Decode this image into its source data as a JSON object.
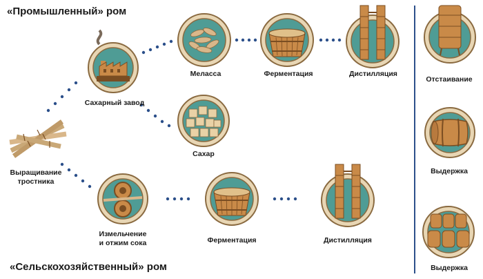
{
  "titles": {
    "industrial": "«Промышленный» ром",
    "agricultural": "«Сельскохозяйственный» ром"
  },
  "labels": {
    "cane": "Выращивание\nтростника",
    "sugar_factory": "Сахарный завод",
    "molasses": "Меласса",
    "fermentation_top": "Ферментация",
    "distillation_top": "Дистилляция",
    "sugar": "Сахар",
    "crushing": "Измельчение\nи отжим сока",
    "fermentation_bottom": "Ферментация",
    "distillation_bottom": "Дистилляция",
    "settling": "Отстаивание",
    "aging_1": "Выдержка",
    "aging_2": "Выдержка"
  },
  "icons": {
    "factory": "factory-icon",
    "molasses": "molasses-icon",
    "fermentation": "fermentation-vat-icon",
    "distillation": "distillation-column-icon",
    "sugar": "sugar-cubes-icon",
    "crushing": "crushing-mill-icon",
    "settling": "settling-tank-icon",
    "barrel": "barrel-icon",
    "barrels": "barrels-stack-icon",
    "cane": "sugar-cane-icon"
  },
  "colors": {
    "ring": "#c9a877",
    "ring_dark": "#8a6a40",
    "teal": "#4f9c95",
    "wood": "#c98a48",
    "wood_dark": "#7a4d22",
    "dot": "#2b4f8a",
    "divider": "#2b4f8a"
  }
}
